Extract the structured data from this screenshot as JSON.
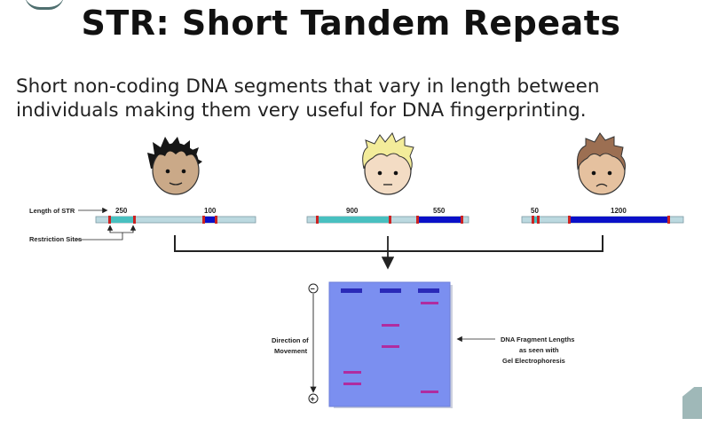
{
  "title": "STR: Short Tandem Repeats",
  "subtitle_line1": "Short non-coding DNA segments that vary in length between",
  "subtitle_line2": "individuals making them very useful for DNA fingerprinting.",
  "labels": {
    "length_of_str": "Length of STR",
    "restriction_sites": "Restriction Sites",
    "direction_line1": "Direction of",
    "direction_line2": "Movement",
    "fragment_line1": "DNA Fragment Lengths",
    "fragment_line2": "as seen with",
    "fragment_line3": "Gel Electrophoresis",
    "minus": "−",
    "plus": "+"
  },
  "individuals": [
    {
      "name": "person-1",
      "hair_color": "#161616",
      "skin": "#caa988",
      "segment_labels": [
        "250",
        "100"
      ]
    },
    {
      "name": "person-2",
      "hair_color": "#f3ec9a",
      "skin": "#f3dcc4",
      "segment_labels": [
        "900",
        "550"
      ]
    },
    {
      "name": "person-3",
      "hair_color": "#9c6f52",
      "skin": "#e5c19f",
      "segment_labels": [
        "50",
        "1200"
      ]
    }
  ],
  "colors": {
    "strand_base": "#bcd9e0",
    "teal_segment": "#48c0c0",
    "blue_segment": "#0a10c8",
    "restriction_site": "#cc2222",
    "gel": "#7b8ff0",
    "well_band": "#2a2ab8",
    "fragment_band": "#b02ca0"
  }
}
